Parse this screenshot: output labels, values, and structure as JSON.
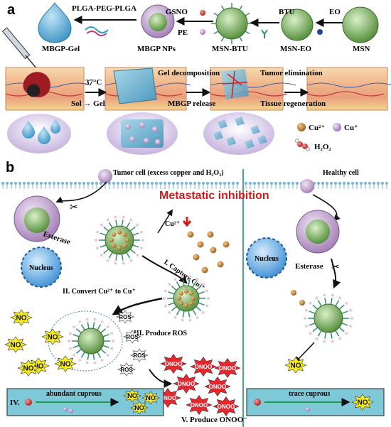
{
  "panel_a": {
    "letter": "a",
    "top_labels": {
      "polymer": "PLGA-PEG-PLGA",
      "gsno": "GSNO",
      "btu": "BTU",
      "eo": "EO",
      "pe": "PE",
      "mbgp_gel": "MBGP-Gel",
      "mbgp_nps": "MBGP NPs",
      "msn_btu": "MSN-BTU",
      "msn_eo": "MSN-EO",
      "msn": "MSN"
    },
    "process": {
      "temperature": "37°C",
      "sol_gel": "Sol → Gel",
      "gel_decomposition": "Gel decomposition",
      "mbgp_release": "MBGP release",
      "tumor_elimination": "Tumor elimination",
      "tissue_regeneration": "Tissue regeneration"
    },
    "legend": {
      "cu2": "Cu²⁺",
      "cu1": "Cu⁺",
      "h2o2": "H₂O₂"
    }
  },
  "panel_b": {
    "letter": "b",
    "tumor_title": "Tumor cell (excess copper and H₂O₂)",
    "healthy_title": "Healthy cell",
    "metastatic": "Metastatic inhibition",
    "esterase": "Esterase",
    "nucleus": "Nucleus",
    "cu2_label": "Cu²⁺",
    "step1": "I. Capture Cu²⁺",
    "step2": "II. Convert Cu²⁺ to Cu⁺",
    "step3": "III. Produce ROS",
    "step4_roman": "IV.",
    "step4_box": "abundant cuprous",
    "step5": "V. Produce ONOO⁻",
    "no": "NO",
    "ros": "ROS",
    "onoo": "ONOO",
    "healthy_esterase": "Esterase",
    "healthy_nucleus": "Nucleus",
    "healthy_box": "trace cuprous",
    "healthy_no": "NO"
  },
  "colors": {
    "cu2": "#b8741a",
    "cu1": "#b685c9",
    "nucleus": "#3b8fd6",
    "cell_box": "#7ec8d8",
    "metastatic": "#d01c1c",
    "no_burst": "#f4ea1e",
    "onoo_burst": "#e8262e",
    "particle_core": "#6aa84f"
  }
}
